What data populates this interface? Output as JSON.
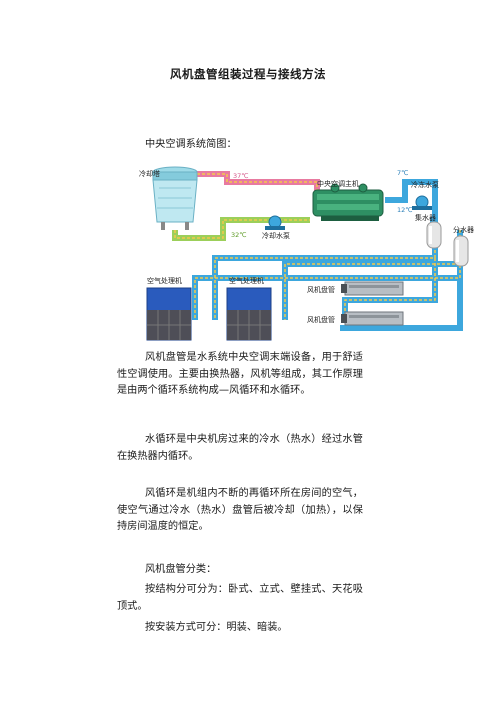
{
  "doc_title": "风机盘管组装过程与接线方法",
  "section_heading": "中央空调系统简图：",
  "diagram": {
    "cooling_tower": "冷却塔",
    "temp_37": "37℃",
    "temp_32": "32℃",
    "cooling_pump": "冷却水泵",
    "chiller": "中央空调主机",
    "temp_7": "7℃",
    "temp_12": "12℃",
    "chilled_pump": "冷冻水泵",
    "collector": "集水器",
    "distributor": "分水器",
    "ahu_1": "空气处理机",
    "ahu_2": "空气处理机",
    "fcu_1": "风机盘管",
    "fcu_2": "风机盘管"
  },
  "paragraphs": {
    "p1": "风机盘管是水系统中央空调末端设备，用于舒适性空调使用。主要由换热器，风机等组成，其工作原理是由两个循环系统构成—风循环和水循环。",
    "p2": "水循环是中央机房过来的冷水（热水）经过水管在换热器内循环。",
    "p3": "风循环是机组内不断的再循环所在房间的空气，使空气通过冷水（热水）盘管后被冷却（加热），以保持房间温度的恒定。",
    "classify_heading": "风机盘管分类：",
    "by_structure": "按结构分可分为：卧式、立式、壁挂式、天花吸顶式。",
    "by_install": "按安装方式可分：明装、暗装。"
  },
  "colors": {
    "hot_pipe": "#e87aa0",
    "cool_pipe": "#9ccf5a",
    "chilled_pipe": "#3da7dd",
    "pipe_core": "#f3c94a",
    "chiller_body": "#2e8f63",
    "ahu_body": "#2a5bbd"
  }
}
